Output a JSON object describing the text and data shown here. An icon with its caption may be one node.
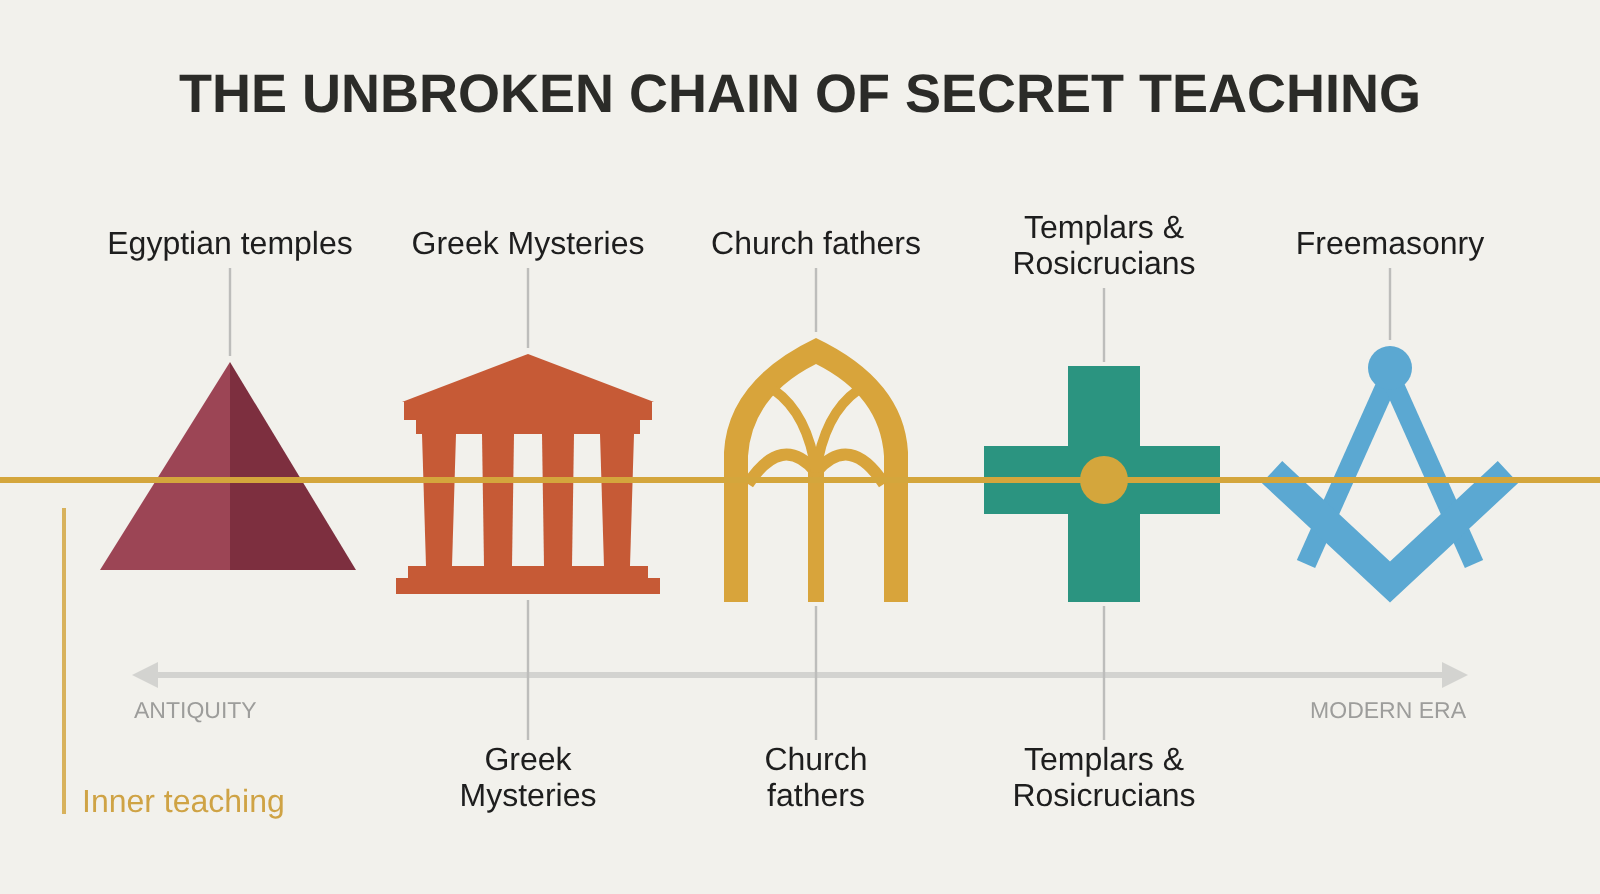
{
  "diagram": {
    "title": "THE UNBROKEN CHAIN OF SECRET TEACHING",
    "nodes": [
      {
        "text": [
          "Egyptian temples"
        ]
      },
      {
        "text": [
          "Greek Mysteries"
        ]
      },
      {
        "text": [
          "Church fathers"
        ]
      },
      {
        "text": [
          "Templars & Rosicrucians"
        ]
      },
      {
        "text": [
          "Freemasonry"
        ]
      },
      {
        "text": [],
        "shape": "picture"
      },
      {
        "text": [],
        "shape": "picture"
      },
      {
        "text": [],
        "shape": "picture"
      },
      {
        "text": [],
        "shape": "picture"
      },
      {
        "text": [],
        "shape": "picture"
      },
      {
        "text": [
          "Greek Mysteries"
        ]
      },
      {
        "text": [
          "Church fathers"
        ]
      },
      {
        "text": [
          "Templars & Rosicrucians"
        ]
      }
    ],
    "edges": [
      {
        "from": 0,
        "to": 5,
        "arrow": "none"
      },
      {
        "from": 1,
        "to": 6,
        "arrow": "none"
      },
      {
        "from": 2,
        "to": 7,
        "arrow": "none"
      },
      {
        "from": 3,
        "to": 8,
        "arrow": "none"
      },
      {
        "from": 4,
        "to": 9,
        "arrow": "none"
      },
      {
        "from": 10,
        "to": 6,
        "arrow": "none"
      },
      {
        "from": 11,
        "to": 7,
        "arrow": "none"
      },
      {
        "from": 12,
        "to": 8,
        "arrow": "none"
      },
      {
        "from": null,
        "to": 5,
        "arrow": "none",
        "style": "thick",
        "color": "#d4a63c"
      },
      {
        "from": 5,
        "to": 6,
        "arrow": "none",
        "style": "thick",
        "color": "#d4a63c"
      },
      {
        "from": 6,
        "to": 7,
        "arrow": "none",
        "style": "thick",
        "color": "#d4a63c"
      },
      {
        "from": 7,
        "to": 8,
        "arrow": "none",
        "style": "thick",
        "color": "#d4a63c"
      },
      {
        "from": 8,
        "to": 9,
        "arrow": "none",
        "style": "thick",
        "color": "#d4a63c"
      },
      {
        "from": 9,
        "to": null,
        "arrow": "none",
        "style": "thick",
        "color": "#d4a63c"
      }
    ],
    "labels": [
      "ANTIQUITY",
      "MODERN ERA",
      "Inner teaching"
    ]
  }
}
